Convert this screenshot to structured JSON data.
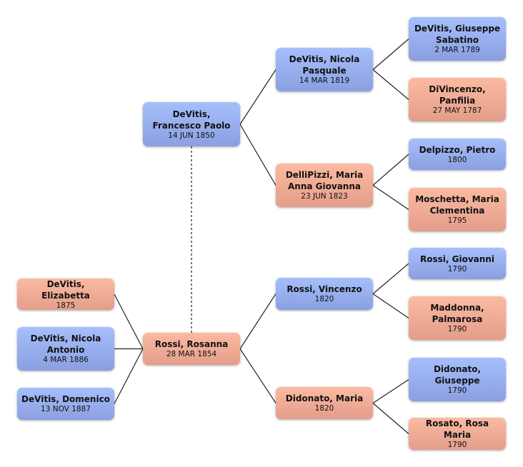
{
  "colors": {
    "male": "#9bb2f2",
    "female": "#f4ad95",
    "line": "#222222"
  },
  "people": {
    "francesco": {
      "name": "DeVitis, Francesco Paolo",
      "date": "14 JUN 1850",
      "sex": "male"
    },
    "rosanna": {
      "name": "Rossi, Rosanna",
      "date": "28 MAR 1854",
      "sex": "female"
    },
    "elizabetta": {
      "name": "DeVitis, Elizabetta",
      "date": "1875",
      "sex": "female"
    },
    "nicola_antonio": {
      "name": "DeVitis, Nicola Antonio",
      "date": "4 MAR 1886",
      "sex": "male"
    },
    "domenico": {
      "name": "DeVitis, Domenico",
      "date": "13 NOV 1887",
      "sex": "male"
    },
    "nicola_pasquale": {
      "name": "DeVitis, Nicola Pasquale",
      "date": "14 MAR 1819",
      "sex": "male"
    },
    "dellipizzi": {
      "name": "DelliPizzi, Maria Anna Giovanna",
      "date": "23 JUN 1823",
      "sex": "female"
    },
    "vincenzo": {
      "name": "Rossi, Vincenzo",
      "date": "1820",
      "sex": "male"
    },
    "didonato_maria": {
      "name": "Didonato, Maria",
      "date": "1820",
      "sex": "female"
    },
    "giuseppe_sabatino": {
      "name": "DeVitis, Giuseppe Sabatino",
      "date": "2 MAR 1789",
      "sex": "male"
    },
    "divincenzo": {
      "name": "DiVincenzo, Panfilia",
      "date": "27 MAY 1787",
      "sex": "female"
    },
    "delpizzo": {
      "name": "Delpizzo, Pietro",
      "date": "1800",
      "sex": "male"
    },
    "moschetta": {
      "name": "Moschetta, Maria Clementina",
      "date": "1795",
      "sex": "female"
    },
    "giovanni": {
      "name": "Rossi, Giovanni",
      "date": "1790",
      "sex": "male"
    },
    "maddonna": {
      "name": "Maddonna, Palmarosa",
      "date": "1790",
      "sex": "female"
    },
    "didonato_giuseppe": {
      "name": "Didonato, Giuseppe",
      "date": "1790",
      "sex": "male"
    },
    "rosato": {
      "name": "Rosato, Rosa Maria",
      "date": "1790",
      "sex": "female"
    }
  }
}
